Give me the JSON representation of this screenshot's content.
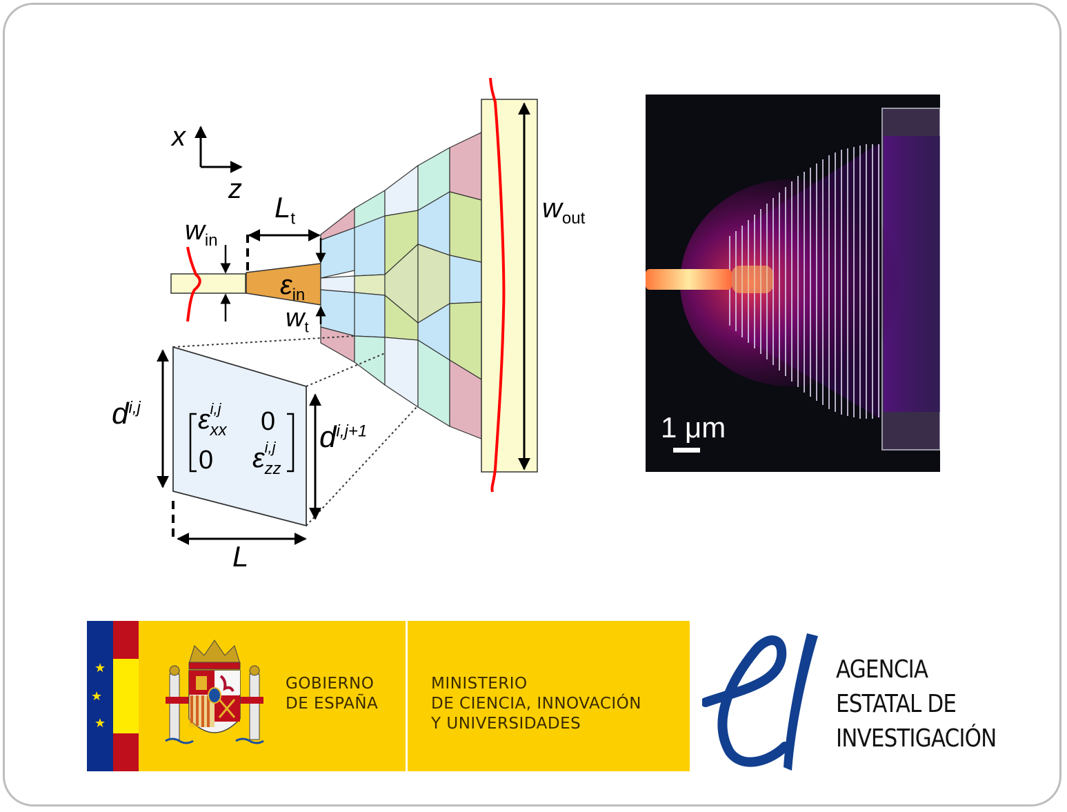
{
  "diagram": {
    "axis_x": "x",
    "axis_z": "z",
    "label_win": "w",
    "label_win_sub": "in",
    "label_Lt": "L",
    "label_Lt_sub": "t",
    "label_eps": "ε",
    "label_eps_sub": "in",
    "label_wt": "w",
    "label_wt_sub": "t",
    "label_wout": "w",
    "label_wout_sub": "out",
    "label_dij": "d",
    "label_dij_sup": "i,j",
    "label_dij1": "d",
    "label_dij1_sup": "i,j+1",
    "label_L": "L",
    "matrix": {
      "m11": "ε",
      "m11_sup": "i,j",
      "m11_sub": "xx",
      "m12": "0",
      "m21": "0",
      "m22": "ε",
      "m22_sup": "i,j",
      "m22_sub": "zz"
    },
    "colors": {
      "waveguide": "#fbfbcf",
      "taper": "#e8a445",
      "field": "#ff0000",
      "cell_pink": "#e3b3bd",
      "cell_blue": "#c3e5f7",
      "cell_green": "#d2e6a1",
      "cell_mint": "#c8f0e3",
      "cell_pale": "#e9f2fb"
    }
  },
  "micrograph": {
    "scale_label": "1 μm"
  },
  "footer": {
    "gov_line1": "GOBIERNO",
    "gov_line2": "DE ESPAÑA",
    "min_line1": "MINISTERIO",
    "min_line2": "DE CIENCIA, INNOVACIÓN",
    "min_line3": "Y UNIVERSIDADES",
    "aei_line1": "AGENCIA",
    "aei_line2": "ESTATAL DE",
    "aei_line3": "INVESTIGACIÓN",
    "colors": {
      "gov_yellow": "#fccf00",
      "eu_blue": "#0b2e8c",
      "flag_red": "#c00f1c",
      "aei_blue": "#123f8f"
    }
  }
}
